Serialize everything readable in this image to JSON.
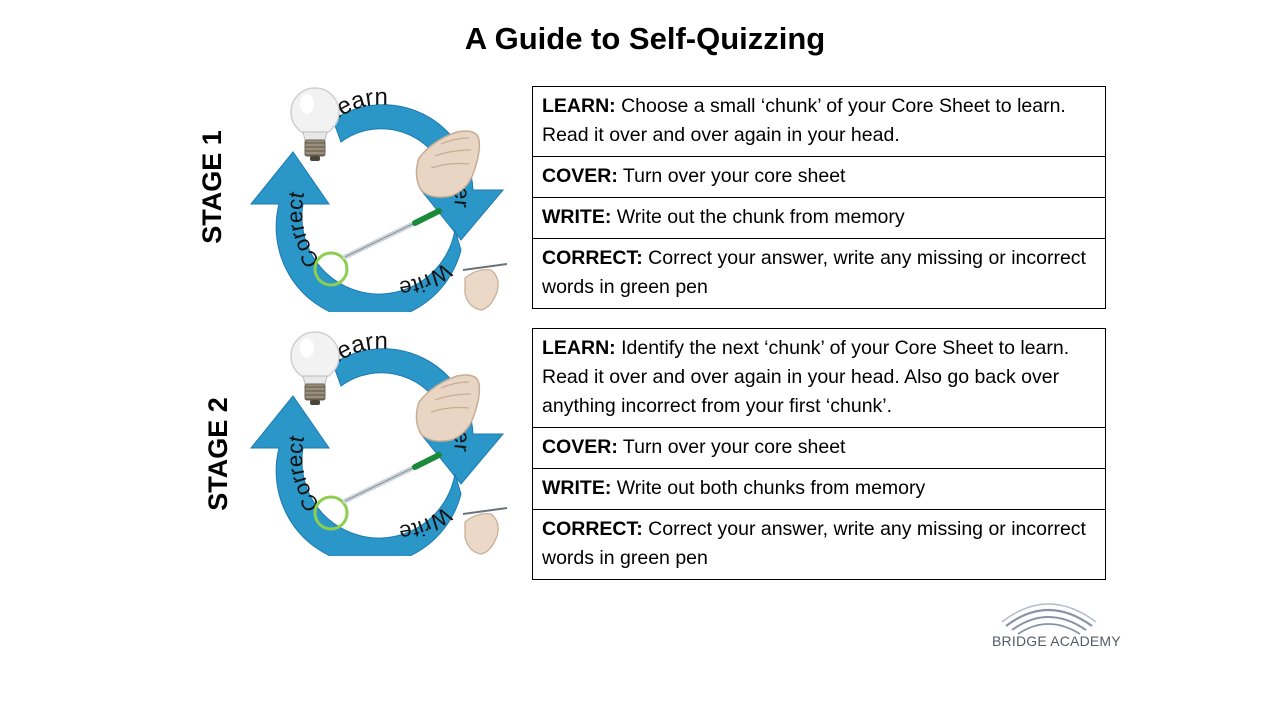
{
  "title": "A Guide to Self-Quizzing",
  "colors": {
    "cycle_blue": "#2b97c9",
    "cycle_outline": "#1d7ab0",
    "highlight_green": "#8ccf4f",
    "pen_green": "#1b8a3a",
    "logo_gray": "#8a93a6"
  },
  "icons": [
    "light-bulb-icon",
    "hand-cover-icon",
    "pen-icon",
    "writing-hand-icon"
  ],
  "cycle_labels": {
    "learn": "Learn",
    "cover": "Cover",
    "write": "Write",
    "correct": "Correct"
  },
  "stages": [
    {
      "label": "STAGE 1",
      "rows": [
        {
          "key": "LEARN:",
          "text": " Choose a small ‘chunk’ of your Core Sheet to learn. Read it over and over again in your head."
        },
        {
          "key": "COVER:",
          "text": " Turn over your core sheet"
        },
        {
          "key": "WRITE:",
          "text": " Write out the chunk from memory"
        },
        {
          "key": "CORRECT:",
          "text": " Correct your answer, write any missing or incorrect words in green pen"
        }
      ]
    },
    {
      "label": "STAGE 2",
      "rows": [
        {
          "key": "LEARN:",
          "text": " Identify the next ‘chunk’ of your Core Sheet to learn. Read it over and over again in your head. Also go back over anything incorrect from your first ‘chunk’."
        },
        {
          "key": "COVER:",
          "text": " Turn over your core sheet"
        },
        {
          "key": "WRITE:",
          "text": " Write out both chunks from memory"
        },
        {
          "key": "CORRECT:",
          "text": " Correct your answer, write any missing or incorrect words in green pen"
        }
      ]
    }
  ],
  "logo": {
    "text": "BRIDGE ACADEMY"
  }
}
